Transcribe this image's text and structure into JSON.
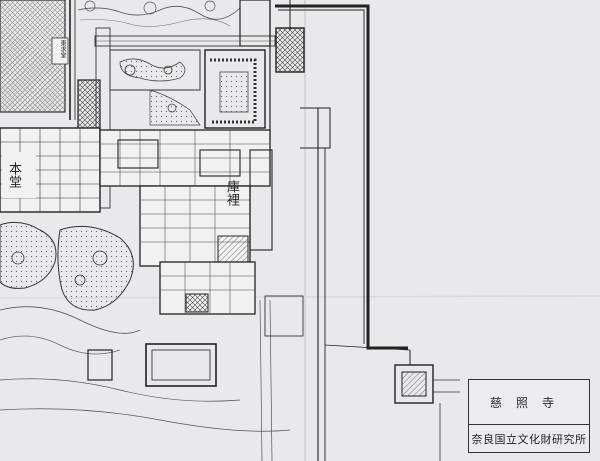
{
  "title_block": {
    "temple_name": "慈照寺",
    "institution": "奈良国立文化財研究所"
  },
  "labels": {
    "main_hall": "本堂",
    "reception": "庫裡",
    "small_sign": "東求堂"
  },
  "colors": {
    "paper": "#e9e8ea",
    "ink": "#2a2a2a",
    "tint": "#cfcfd3"
  }
}
